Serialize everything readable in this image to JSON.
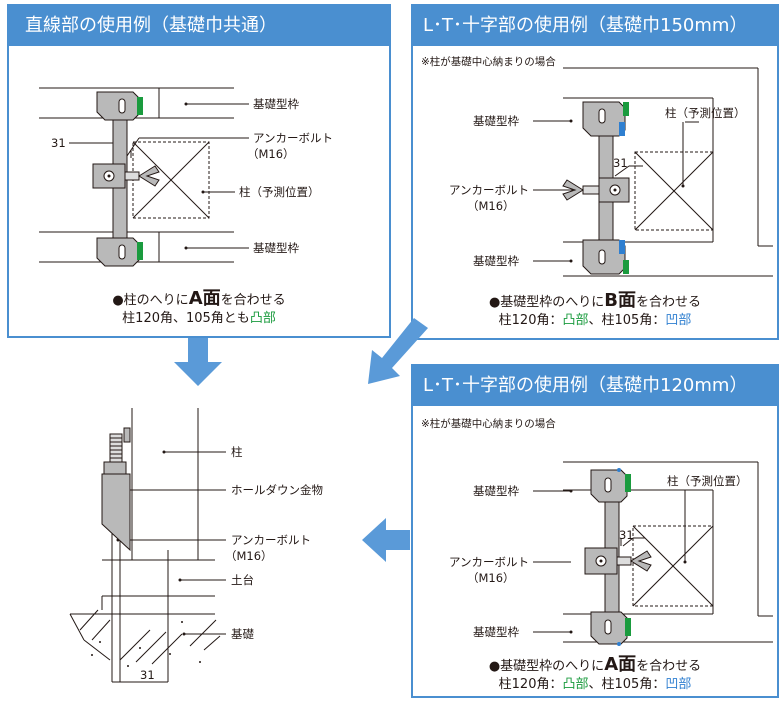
{
  "panels": {
    "straight": {
      "title": "直線部の使用例（基礎巾共通）",
      "labels": {
        "form_top": "基礎型枠",
        "anchor": "アンカーボルト",
        "anchor_size": "（M16）",
        "column": "柱（予測位置）",
        "form_bottom": "基礎型枠",
        "dim": "31"
      },
      "caption_line1_a": "●柱のへりに",
      "caption_face": "A面",
      "caption_line1_b": "を合わせる",
      "caption_line2_a": "柱120角、105角とも",
      "caption_line2_green": "凸部"
    },
    "lt150": {
      "title": "L･T･十字部の使用例（基礎巾150mm）",
      "note": "※柱が基礎中心納まりの場合",
      "labels": {
        "form_top": "基礎型枠",
        "column": "柱（予測位置）",
        "anchor": "アンカーボルト",
        "anchor_size": "（M16）",
        "form_bottom": "基礎型枠",
        "dim": "31"
      },
      "caption_line1_a": "●基礎型枠のへりに",
      "caption_face": "B面",
      "caption_line1_b": "を合わせる",
      "caption_line2_a": "柱120角：",
      "caption_line2_green": "凸部",
      "caption_line2_b": "、柱105角：",
      "caption_line2_blue": "凹部"
    },
    "lt120": {
      "title": "L･T･十字部の使用例（基礎巾120mm）",
      "note": "※柱が基礎中心納まりの場合",
      "labels": {
        "form_top": "基礎型枠",
        "column": "柱（予測位置）",
        "anchor": "アンカーボルト",
        "anchor_size": "（M16）",
        "form_bottom": "基礎型枠",
        "dim": "31"
      },
      "caption_line1_a": "●基礎型枠のへりに",
      "caption_face": "A面",
      "caption_line1_b": "を合わせる",
      "caption_line2_a": "柱120角：",
      "caption_line2_green": "凸部",
      "caption_line2_b": "、柱105角：",
      "caption_line2_blue": "凹部"
    }
  },
  "section": {
    "labels": {
      "column": "柱",
      "holdown": "ホールダウン金物",
      "anchor": "アンカーボルト",
      "anchor_size": "（M16）",
      "sill": "土台",
      "foundation": "基礎",
      "dim": "31"
    }
  },
  "colors": {
    "panel_blue": "#4a8fd0",
    "arrow_blue": "#5a9ad8",
    "green": "#1a9b3e",
    "blue": "#2f7fd0",
    "metal": "#b9b9b9"
  }
}
